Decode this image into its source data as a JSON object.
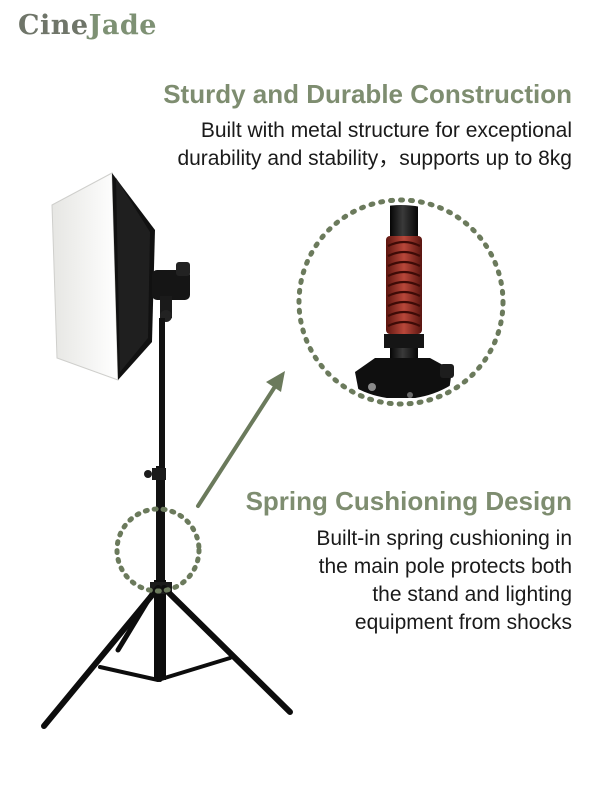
{
  "brand": {
    "part1": "Cine",
    "part2": "Jade"
  },
  "feature1": {
    "title": "Sturdy and Durable Construction",
    "lines": [
      "Built with metal structure for exceptional",
      "durability and stability，supports up to 8kg"
    ]
  },
  "feature2": {
    "title": "Spring Cushioning Design",
    "lines": [
      "Built-in spring cushioning in",
      "the main pole protects both",
      "the stand and lighting",
      "equipment from shocks"
    ]
  },
  "colors": {
    "accent": "#7e8d70",
    "dotted_circle": "#6b7a5c",
    "spring": "#a43a30",
    "softbox": "#f4f4f2"
  }
}
